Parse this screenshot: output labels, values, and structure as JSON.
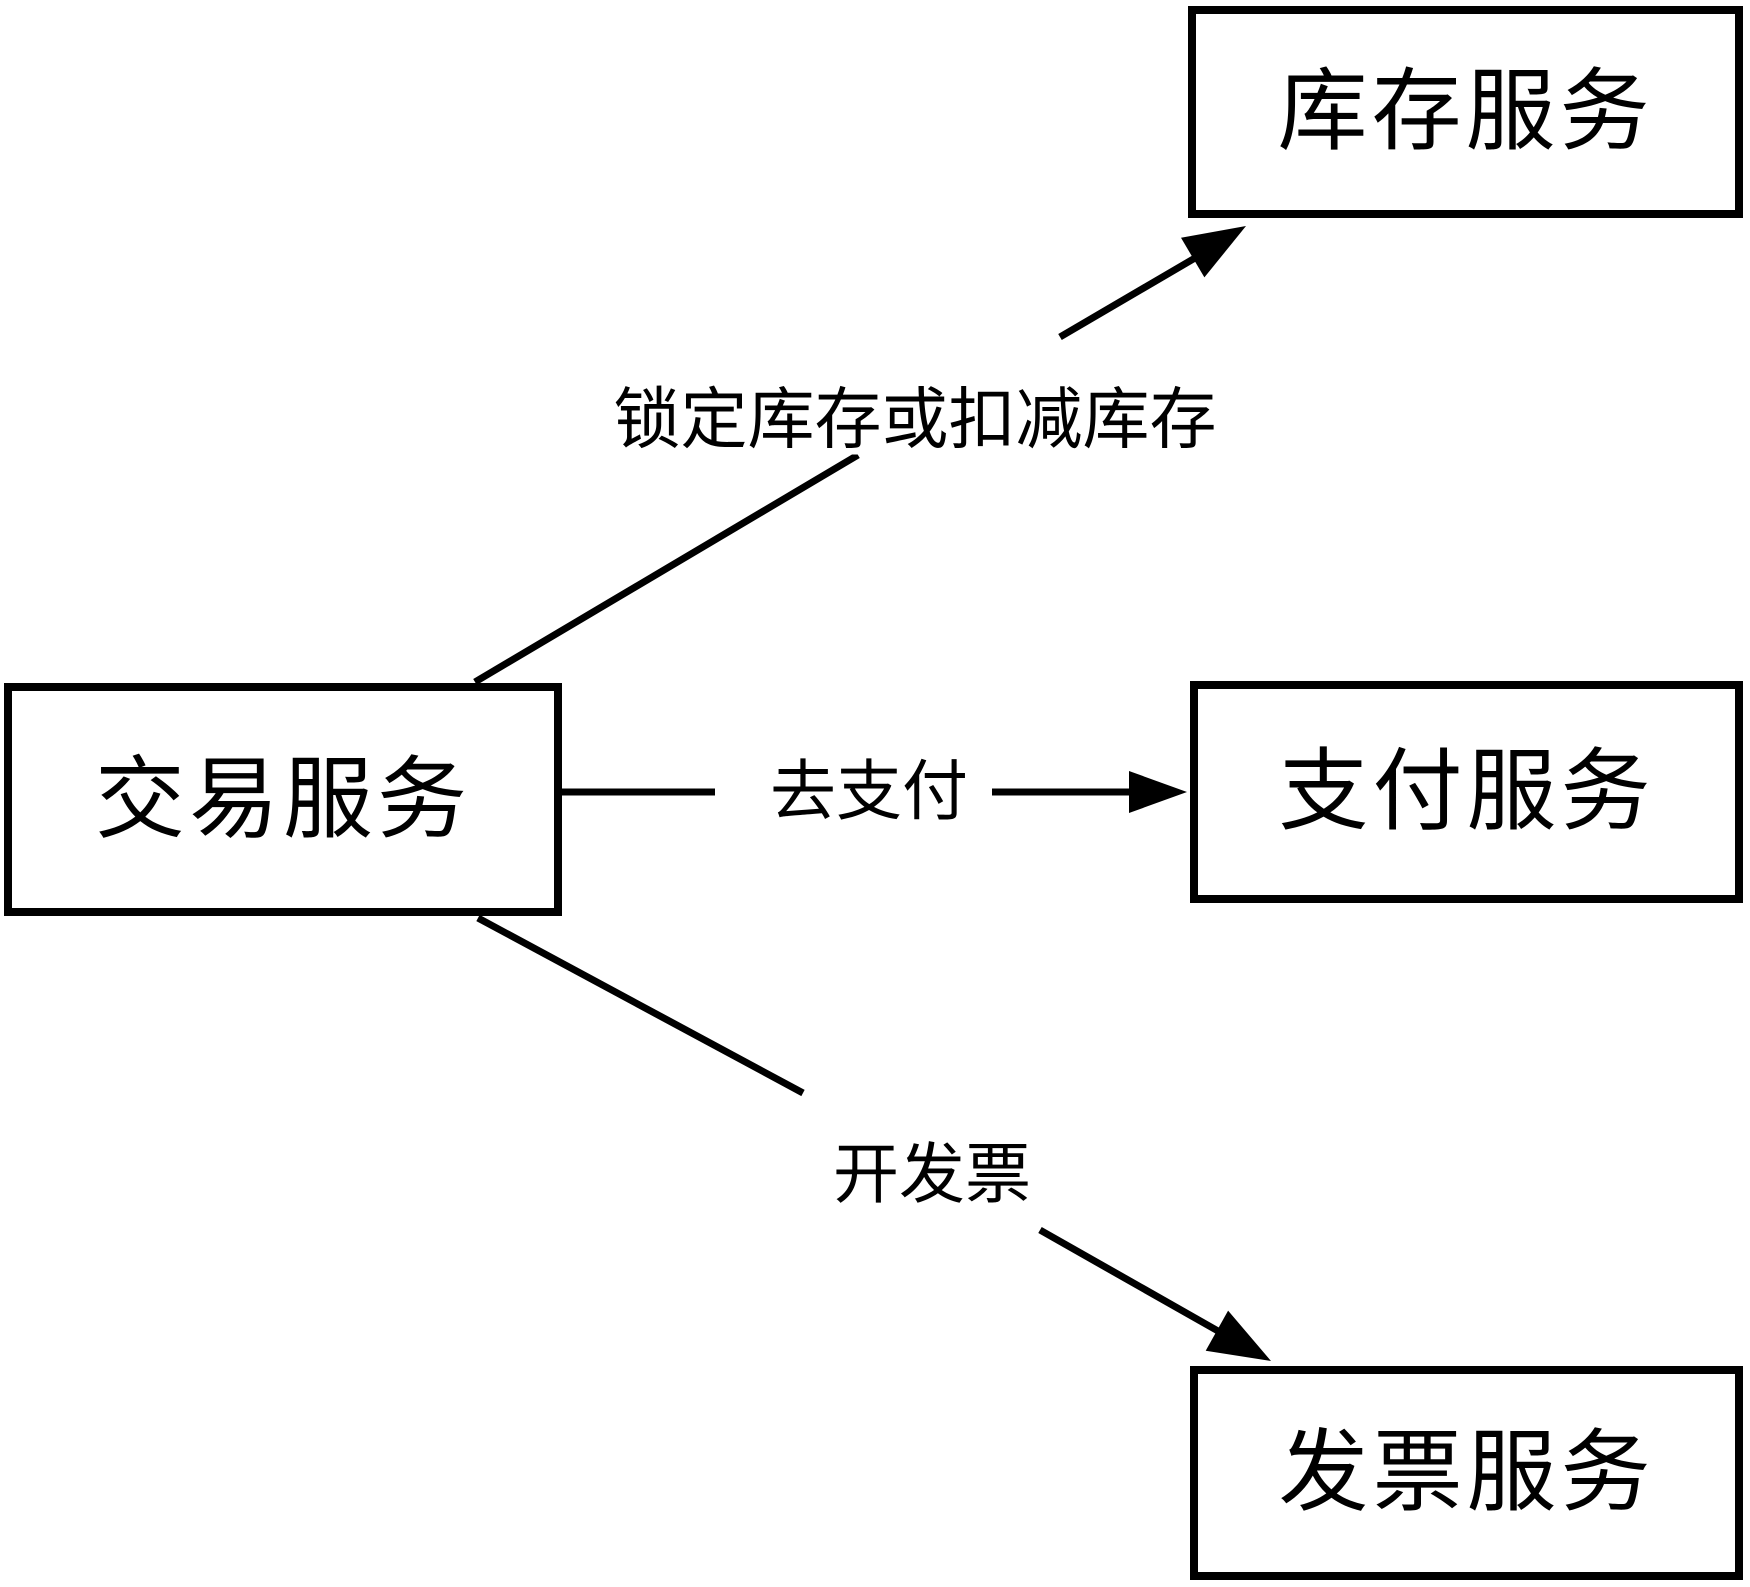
{
  "page": {
    "background": "#ffffff",
    "stroke_color": "#000000"
  },
  "diagram": {
    "type": "service-architecture-diagram",
    "node_fill": "#ffffff",
    "node_border_color": "#000000",
    "text_color": "#000000",
    "nodes": [
      {
        "id": "trade-service",
        "label": "交易服务"
      },
      {
        "id": "inventory-service",
        "label": "库存服务"
      },
      {
        "id": "payment-service",
        "label": "支付服务"
      },
      {
        "id": "invoice-service",
        "label": "发票服务"
      }
    ],
    "edges": [
      {
        "from": "trade-service",
        "to": "inventory-service",
        "label": "锁定库存或扣减库存"
      },
      {
        "from": "trade-service",
        "to": "payment-service",
        "label": "去支付"
      },
      {
        "from": "trade-service",
        "to": "invoice-service",
        "label": "开发票"
      }
    ]
  }
}
